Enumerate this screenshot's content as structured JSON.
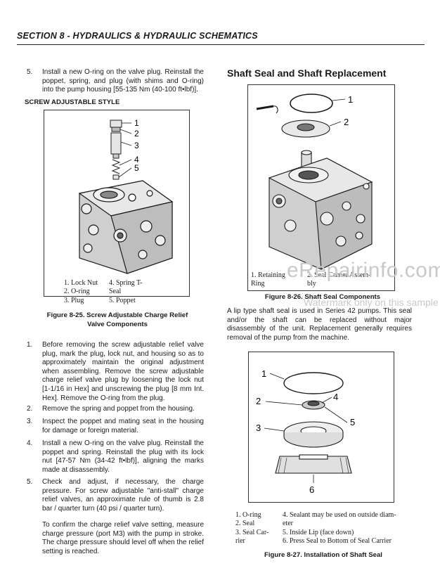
{
  "header": {
    "section": "SECTION 8 - HYDRAULICS & HYDRAULIC SCHEMATICS"
  },
  "left": {
    "step5_top": {
      "num": "5.",
      "text": "Install a new O-ring on the valve plug. Reinstall the poppet, spring, and plug (with shims and O-ring) into the pump housing [55-135 Nm (40-100 ft•lbf)]."
    },
    "subheading": "SCREW ADJUSTABLE STYLE",
    "figure_25": {
      "callouts": [
        "1",
        "2",
        "3",
        "4",
        "5"
      ],
      "legend": {
        "c1": [
          "1.  Lock Nut",
          "2.  O-ring",
          "3.  Plug"
        ],
        "c2": [
          "4.  Spring T-",
          "Seal",
          "5.  Poppet"
        ]
      },
      "caption_line1": "Figure 8-25.  Screw Adjustable Charge Relief",
      "caption_line2": "Valve Components"
    },
    "steps": [
      {
        "num": "1.",
        "text": "Before removing the screw adjustable relief valve plug, mark the plug, lock nut, and housing so as to approximately maintain the original adjustment when assembling. Remove the screw adjustable charge relief valve plug by loosening the lock nut [1-1/16 in Hex] and unscrewing the plug [8 mm Int. Hex]. Remove the O-ring from the plug."
      },
      {
        "num": "2.",
        "text": "Remove the spring and poppet from the housing."
      },
      {
        "num": "3.",
        "text": "Inspect the poppet and mating seat in the housing for damage or foreign material."
      },
      {
        "num": "4.",
        "text": "Install a new O-ring on the valve plug. Reinstall the poppet and spring. Reinstall the plug with its lock nut [47-57 Nm (34-42 ft•lbf)], aligning the marks made at disassembly."
      },
      {
        "num": "5.",
        "text": "Check and adjust, if necessary, the charge pressure. For screw adjustable \"anti-stall\" charge relief valves, an approximate rule of thumb is 2.8 bar / quarter turn (40 psi / quarter turn)."
      }
    ],
    "confirm_para": "To confirm the charge relief valve setting, measure charge pressure (port M3) with the pump in stroke. The charge pressure should level off when the relief setting is reached."
  },
  "right": {
    "heading": "Shaft Seal and Shaft Replacement",
    "figure_26": {
      "callouts": [
        "1",
        "2"
      ],
      "legend": {
        "c1": [
          "1.  Retaining",
          "Ring"
        ],
        "c2": [
          "2.  Seal Carrier Assem-",
          "bly"
        ]
      },
      "caption": "Figure 8-26.  Shaft Seal Components"
    },
    "para": "A lip type shaft seal is used in Series 42 pumps. This seal and/or the shaft can be replaced without major disassembly of the unit. Replacement generally requires removal of the pump from the machine.",
    "figure_27": {
      "callouts": [
        "1",
        "2",
        "3",
        "4",
        "5",
        "6"
      ],
      "legend": {
        "c1": [
          "1.  O-ring",
          "2.  Seal",
          "3.  Seal Car-",
          "rier"
        ],
        "c2": [
          "4.  Sealant may be used on outside diam-",
          "eter",
          "5.  Inside Lip (face down)",
          "6.  Press Seal to Bottom of Seal Carrier"
        ]
      },
      "caption": "Figure 8-27.  Installation of Shaft Seal"
    }
  },
  "watermark": {
    "line1": "eRepairinfo.com",
    "line2": "Watermark only on this sample"
  }
}
